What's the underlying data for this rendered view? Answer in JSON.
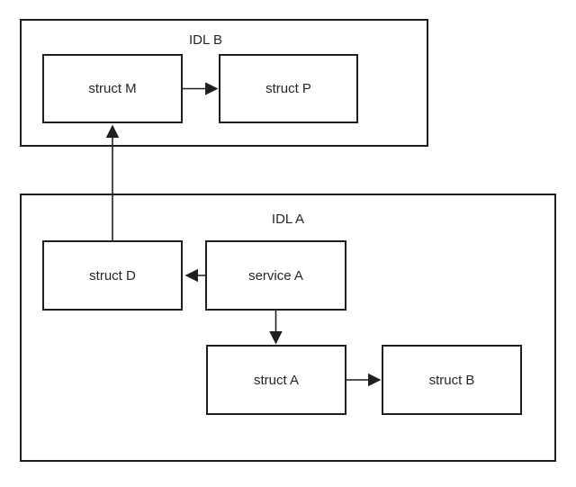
{
  "diagram": {
    "type": "block-diagram",
    "containers": [
      {
        "id": "idl-b",
        "label": "IDL B"
      },
      {
        "id": "idl-a",
        "label": "IDL A"
      }
    ],
    "nodes": [
      {
        "id": "struct-m",
        "label": "struct M",
        "container": "IDL B"
      },
      {
        "id": "struct-p",
        "label": "struct P",
        "container": "IDL B"
      },
      {
        "id": "struct-d",
        "label": "struct D",
        "container": "IDL A"
      },
      {
        "id": "service-a",
        "label": "service A",
        "container": "IDL A"
      },
      {
        "id": "struct-a",
        "label": "struct A",
        "container": "IDL A"
      },
      {
        "id": "struct-b",
        "label": "struct B",
        "container": "IDL A"
      }
    ],
    "edges": [
      {
        "from": "struct M",
        "to": "struct P",
        "direction": "right"
      },
      {
        "from": "struct D",
        "to": "struct M",
        "direction": "up"
      },
      {
        "from": "service A",
        "to": "struct D",
        "direction": "left"
      },
      {
        "from": "service A",
        "to": "struct A",
        "direction": "down"
      },
      {
        "from": "struct A",
        "to": "struct B",
        "direction": "right"
      }
    ],
    "colors": {
      "stroke": "#1f1f1f",
      "text": "#262626",
      "background": "#ffffff"
    }
  }
}
